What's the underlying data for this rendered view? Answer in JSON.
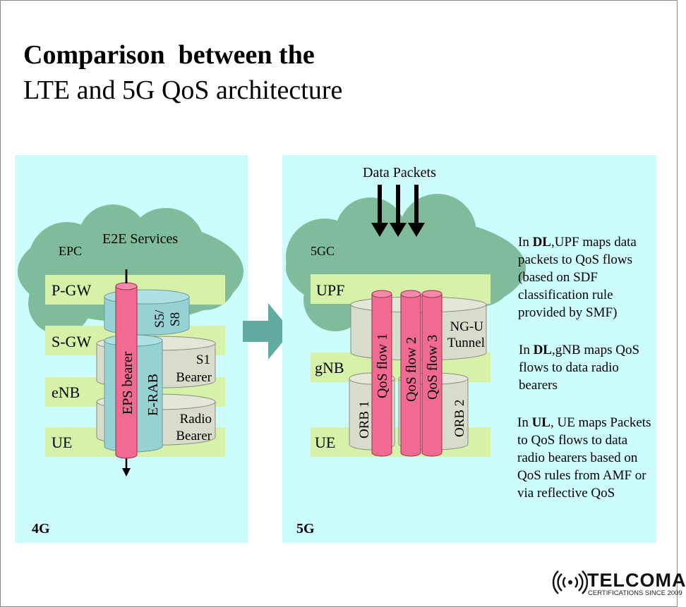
{
  "title": {
    "line1": "Comparison  between the",
    "line2": "LTE and 5G QoS architecture"
  },
  "lte": {
    "panel_label": "4G",
    "cloud_core": "EPC",
    "cloud_services": "E2E Services",
    "nodes": [
      "P-GW",
      "S-GW",
      "eNB",
      "UE"
    ],
    "s5_line1": "S5/",
    "s5_line2": "S8",
    "s1_line1": "S1",
    "s1_line2": "Bearer",
    "radio_line1": "Radio",
    "radio_line2": "Bearer",
    "erab": "E-RAB",
    "eps": "EPS bearer"
  },
  "nr": {
    "panel_label": "5G",
    "data_packets": "Data Packets",
    "cloud_core": "5GC",
    "nodes": [
      "UPF",
      "gNB",
      "UE"
    ],
    "ngu_line1": "NG-U",
    "ngu_line2": "Tunnel",
    "orb1": "ORB 1",
    "orb2": "ORB 2",
    "flows": [
      "QoS flow 1",
      "QoS flow 2",
      "QoS flow 3"
    ]
  },
  "descriptions": {
    "dl_upf": {
      "pre": "In ",
      "bold": "DL",
      "rest": ",UPF maps data packets to QoS flows (based on SDF classification rule provided by SMF)"
    },
    "dl_gnb": {
      "pre": "In ",
      "bold": "DL",
      "rest": ",gNB maps QoS flows to data radio bearers"
    },
    "ul_ue": {
      "pre": "In ",
      "bold": "UL",
      "rest": ", UE maps Packets to QoS flows to data radio bearers based on QoS rules from AMF or via reflective QoS"
    }
  },
  "logo": {
    "name": "TELCOMA",
    "tagline": "CERTIFICATIONS SINCE 2009",
    "icon": "signal-waves-icon"
  },
  "colors": {
    "panel_bg": "#ccfcfc",
    "cloud": "#7fbc9c",
    "node_band": "#d6f2a8",
    "cylinder_gray": "#d8dccb",
    "cylinder_teal": "#96d2d4",
    "flow_pink": "#f06a92",
    "arrow_teal": "#62aba3"
  }
}
